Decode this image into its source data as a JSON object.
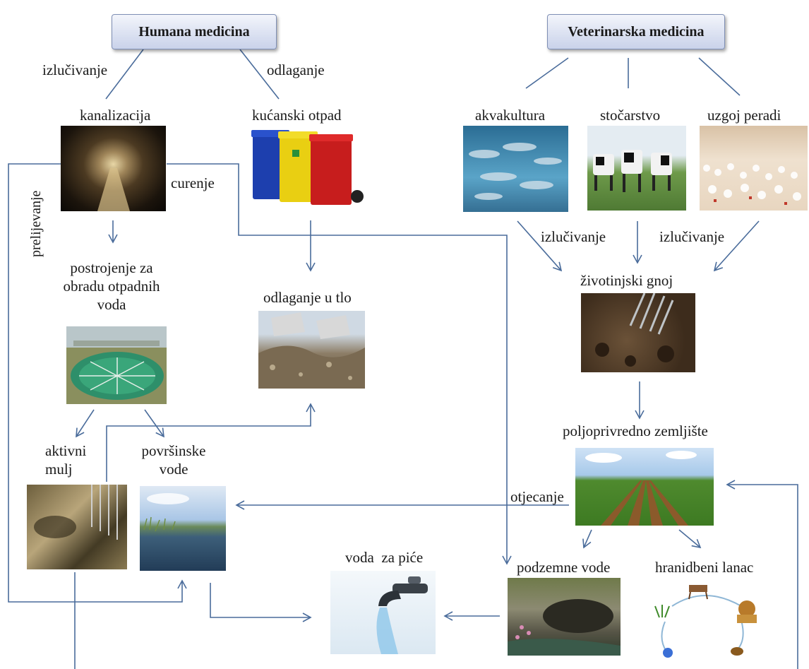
{
  "boxes": {
    "human": "Humana medicina",
    "vet": "Veterinarska medicina"
  },
  "labels": {
    "izlucivanje_left": "izlučivanje",
    "odlaganje": "odlaganje",
    "kanalizacija": "kanalizacija",
    "kucanski_otpad": "kućanski otpad",
    "curenje": "curenje",
    "prelijevanje": "prelijevanje",
    "postrojenje": "postrojenje za\nobradu otpadnih\nvoda",
    "odlaganje_u_tlo": "odlaganje u tlo",
    "aktivni_mulj": "aktivni\nmulj",
    "povrsinske_vode": "površinske\nvode",
    "voda_za_pice": "voda  za piće",
    "akvakultura": "akvakultura",
    "stocarstvo": "stočarstvo",
    "uzgoj_peradi": "uzgoj peradi",
    "izlucivanje_mid": "izlučivanje",
    "izlucivanje_right": "izlučivanje",
    "zivotinjski_gnoj": "životinjski gnoj",
    "poljoprivredno_zemljiste": "poljoprivredno zemljište",
    "otjecanje": "otjecanje",
    "podzemne_vode": "podzemne vode",
    "hranidbeni_lanac": "hranidbeni lanac"
  },
  "colors": {
    "arrow": "#4a6c9b",
    "box_fill_top": "#f3f5fb",
    "box_fill_bottom": "#c9d2ea"
  }
}
